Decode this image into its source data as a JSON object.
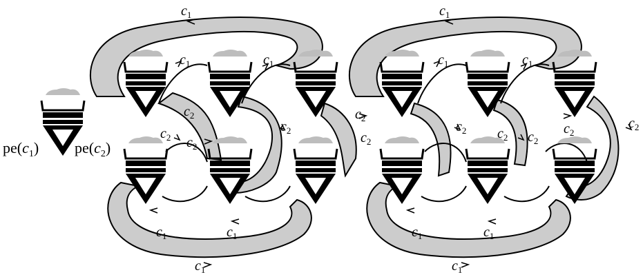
{
  "colors": {
    "background": "#ffffff",
    "ribbon_fill": "#cccccc",
    "stroke": "#000000",
    "mound": "#bdbdbd"
  },
  "legend": {
    "left_label": "pe(",
    "right_label": "pe(",
    "c1": "c",
    "c1_sub": "1",
    "c2": "c",
    "c2_sub": "2",
    "close": ")"
  },
  "labels": {
    "c1_name": "c",
    "c1_sub": "1",
    "c2_name": "c",
    "c2_sub": "2"
  },
  "icons": [
    "tile-icon"
  ]
}
